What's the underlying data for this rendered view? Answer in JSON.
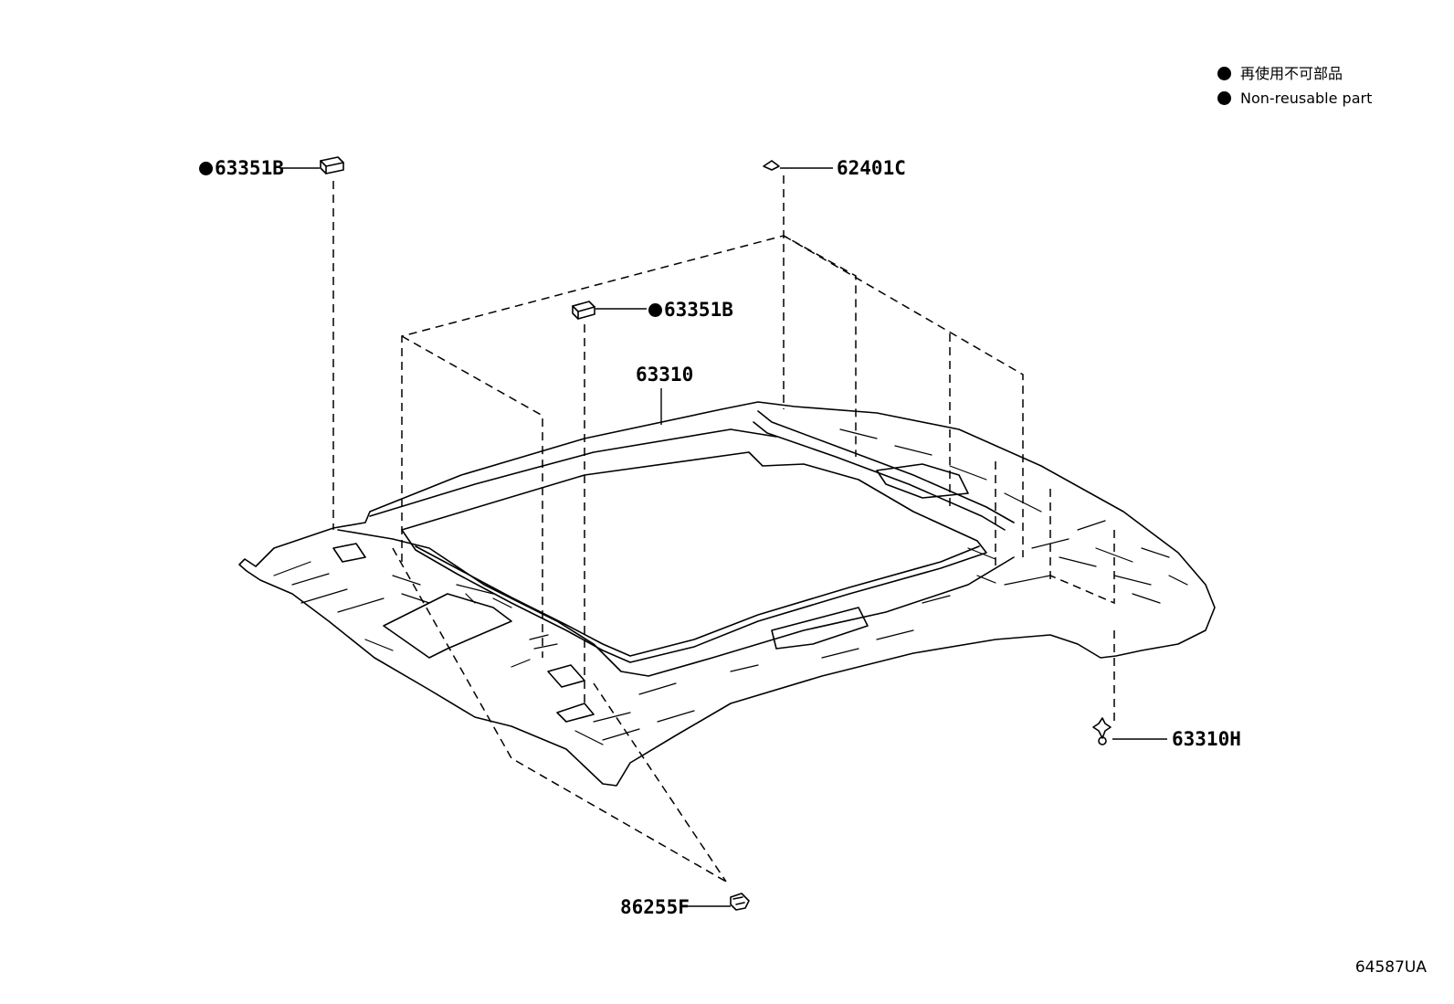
{
  "legend": [
    {
      "text": "再使用不可部品"
    },
    {
      "text": "Non-reusable part"
    }
  ],
  "parts": [
    {
      "id": "p1",
      "number": "63351B",
      "non_reusable": true
    },
    {
      "id": "p2",
      "number": "62401C",
      "non_reusable": false
    },
    {
      "id": "p3",
      "number": "63351B",
      "non_reusable": true
    },
    {
      "id": "p4",
      "number": "63310",
      "non_reusable": false
    },
    {
      "id": "p5",
      "number": "63310H",
      "non_reusable": false
    },
    {
      "id": "p6",
      "number": "86255F",
      "non_reusable": false
    }
  ],
  "diagram_code": "64587UA"
}
